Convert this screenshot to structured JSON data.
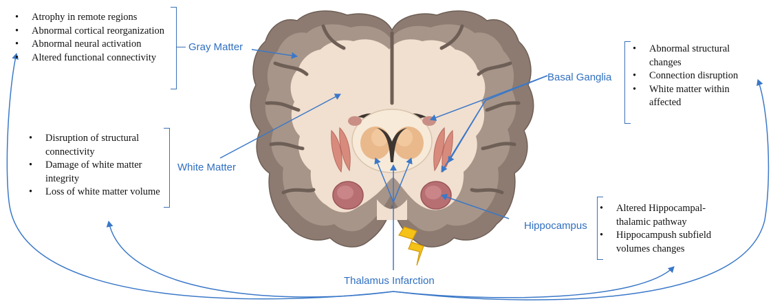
{
  "regions": {
    "gray_matter": {
      "label": "Gray Matter",
      "bullets": [
        "Atrophy in remote regions",
        "Abnormal cortical reorganization",
        "Abnormal neural activation",
        "Altered functional connectivity"
      ]
    },
    "white_matter": {
      "label": "White Matter",
      "bullets": [
        "Disruption of structural connectivity",
        "Damage of white matter integrity",
        "Loss of  white matter volume"
      ]
    },
    "basal_ganglia": {
      "label": "Basal Ganglia",
      "bullets": [
        "Abnormal structural changes",
        "Connection disruption",
        "White matter within affected"
      ]
    },
    "hippocampus": {
      "label": "Hippocampus",
      "bullets": [
        "Altered Hippocampal-thalamic pathway",
        "Hippocampush subfield volumes changes"
      ]
    }
  },
  "center": {
    "label": "Thalamus Infarction"
  },
  "colors": {
    "arrow": "#3a78c8",
    "label": "#2f6fc0",
    "cortex": "#8d7b71",
    "white_matter": "#f1dfcf",
    "thalamus": "#e9b98c",
    "hippocampus": "#b86f72",
    "lightning": "#f5c218"
  }
}
